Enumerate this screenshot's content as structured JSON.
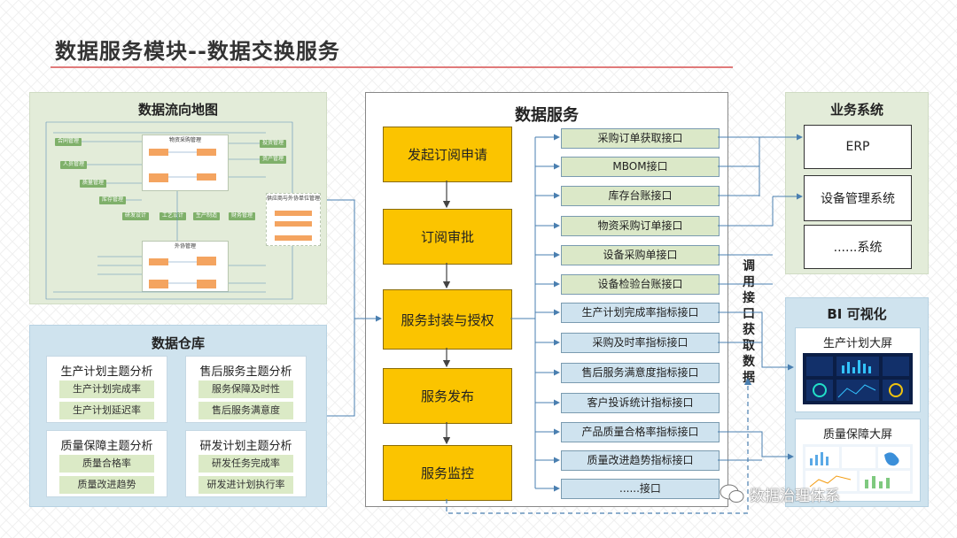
{
  "title": "数据服务模块--数据交换服务",
  "flow_map": {
    "title": "数据流向地图",
    "nodes": {
      "contract": "合同管理",
      "personnel": "人员管理",
      "quality": "质量管理",
      "inventory": "库存管理",
      "rd": "研发设计",
      "process": "工艺设计",
      "production": "生产制造",
      "finance": "财务管理",
      "procurement": "物资采购管理",
      "invest": "投资管理",
      "asset": "资产管理",
      "outsourcing": "外协管理",
      "supplier": "供应商与外协单位管理"
    }
  },
  "warehouse": {
    "title": "数据仓库",
    "groups": [
      {
        "title": "生产计划主题分析",
        "items": [
          "生产计划完成率",
          "生产计划延迟率"
        ]
      },
      {
        "title": "售后服务主题分析",
        "items": [
          "服务保障及时性",
          "售后服务满意度"
        ]
      },
      {
        "title": "质量保障主题分析",
        "items": [
          "质量合格率",
          "质量改进趋势"
        ]
      },
      {
        "title": "研发计划主题分析",
        "items": [
          "研发任务完成率",
          "研发进计划执行率"
        ]
      }
    ]
  },
  "service": {
    "title": "数据服务",
    "steps": [
      "发起订阅申请",
      "订阅审批",
      "服务封装与授权",
      "服务发布",
      "服务监控"
    ]
  },
  "interfaces": [
    "采购订单获取接口",
    "MBOM接口",
    "库存台账接口",
    "物资采购订单接口",
    "设备采购单接口",
    "设备检验台账接口",
    "生产计划完成率指标接口",
    "采购及时率指标接口",
    "售后服务满意度指标接口",
    "客户投诉统计指标接口",
    "产品质量合格率指标接口",
    "质量改进趋势指标接口",
    "......接口"
  ],
  "business": {
    "title": "业务系统",
    "systems": [
      "ERP",
      "设备管理系统",
      "......系统"
    ]
  },
  "vertical_label": [
    "调",
    "用",
    "接",
    "口",
    "获",
    "取",
    "数",
    "据"
  ],
  "bi": {
    "title": "BI 可视化",
    "screens": [
      "生产计划大屏",
      "质量保障大屏"
    ]
  },
  "watermark": "数据治理体系",
  "colors": {
    "step": "#fbc400",
    "green_panel": "#e3ecd9",
    "blue_panel": "#cfe3ee",
    "arrow": "#4a7fb0",
    "rule": "#e07a7a"
  }
}
